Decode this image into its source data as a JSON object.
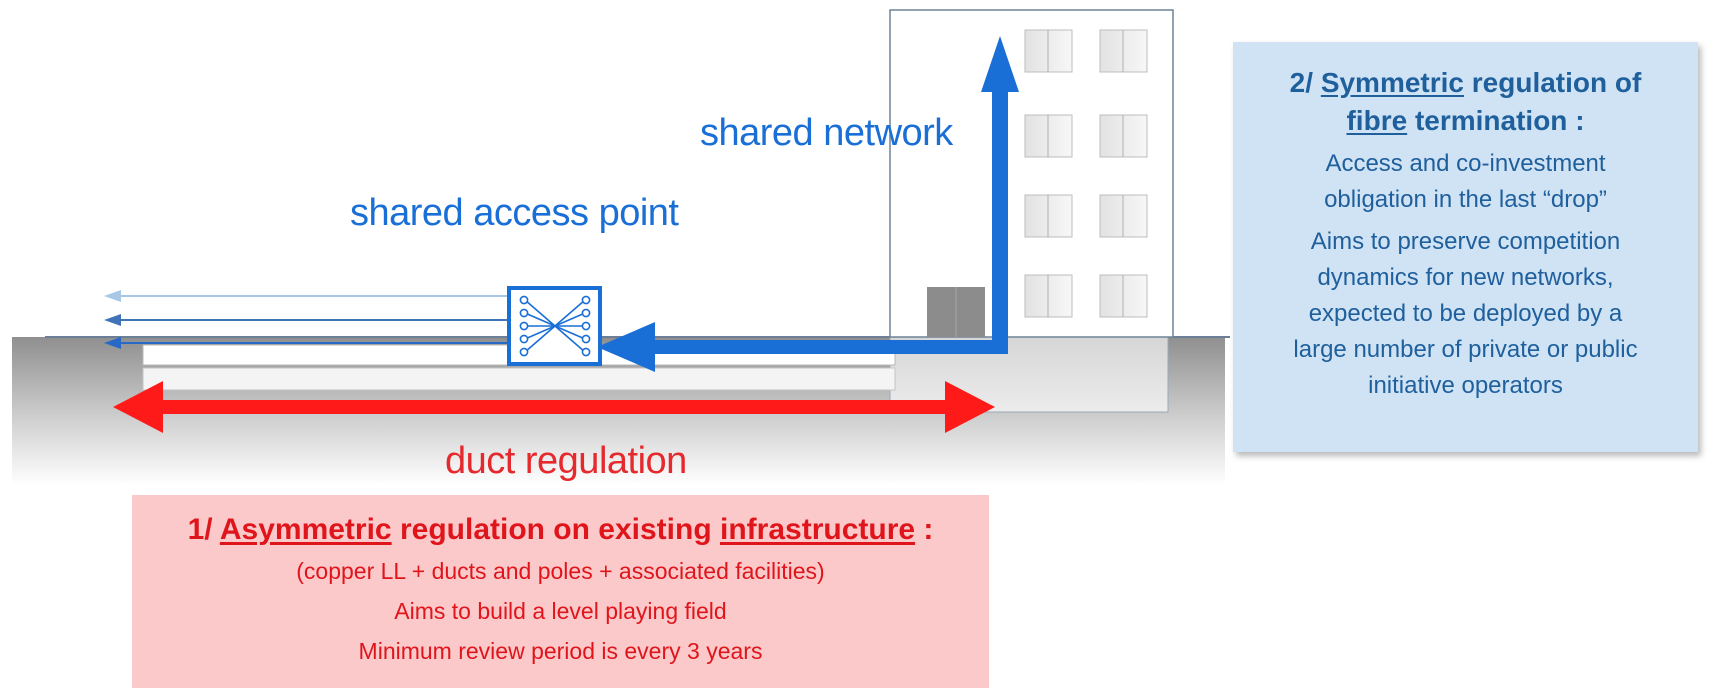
{
  "labels": {
    "shared_network": "shared network",
    "shared_access_point": "shared access point",
    "duct_regulation": "duct regulation"
  },
  "symmetric_box": {
    "number": "2/",
    "underlined_1": "Symmetric",
    "mid": "regulation of",
    "underlined_2": "fibre",
    "tail": "termination :",
    "line1": "Access and co-investment",
    "line2": "obligation in the last “drop”",
    "line3": "Aims to preserve competition",
    "line4": "dynamics for new networks,",
    "line5": "expected to be deployed by a",
    "line6": "large number of private or public",
    "line7": "initiative operators"
  },
  "asymmetric_box": {
    "number": "1/",
    "underlined_1": "Asymmetric",
    "mid": "regulation on existing",
    "underlined_2": "infrastructure",
    "tail": ":",
    "line1": "(copper LL + ducts and poles + associated facilities)",
    "line2": "Aims to build a level playing field",
    "line3": "Minimum review period is every 3 years"
  },
  "colors": {
    "network_blue": "#1a6fd6",
    "duct_red": "#ff1a1a",
    "symmetric_bg": "#cfe3f5",
    "asymmetric_bg": "#fbc9c9"
  }
}
